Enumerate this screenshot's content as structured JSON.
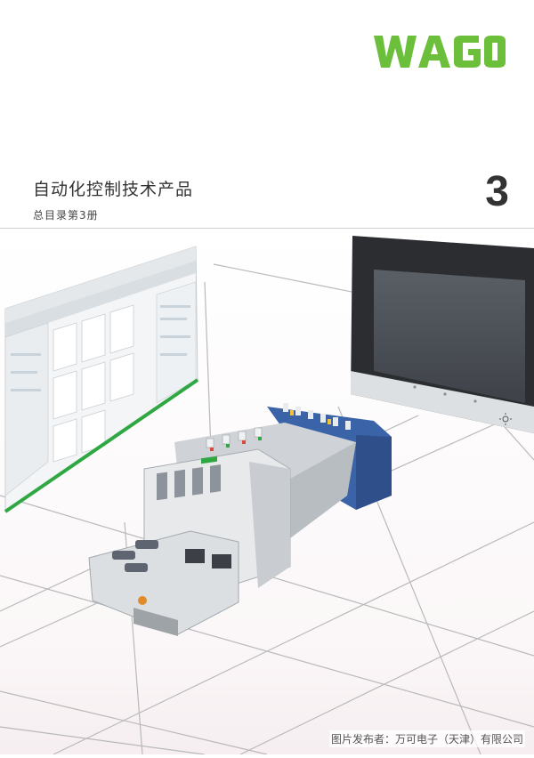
{
  "brand": {
    "logo_text": "WAGO",
    "color": "#6cbf3a"
  },
  "cover": {
    "title": "自动化控制技术产品",
    "subtitle": "总目录第3册",
    "volume_number": "3"
  },
  "caption": "图片发布者：万可电子（天津）有限公司",
  "colors": {
    "text": "#333333",
    "divider": "#cfcfcf",
    "accent_green": "#2fa843"
  },
  "icons": [
    "brightness-icon"
  ]
}
